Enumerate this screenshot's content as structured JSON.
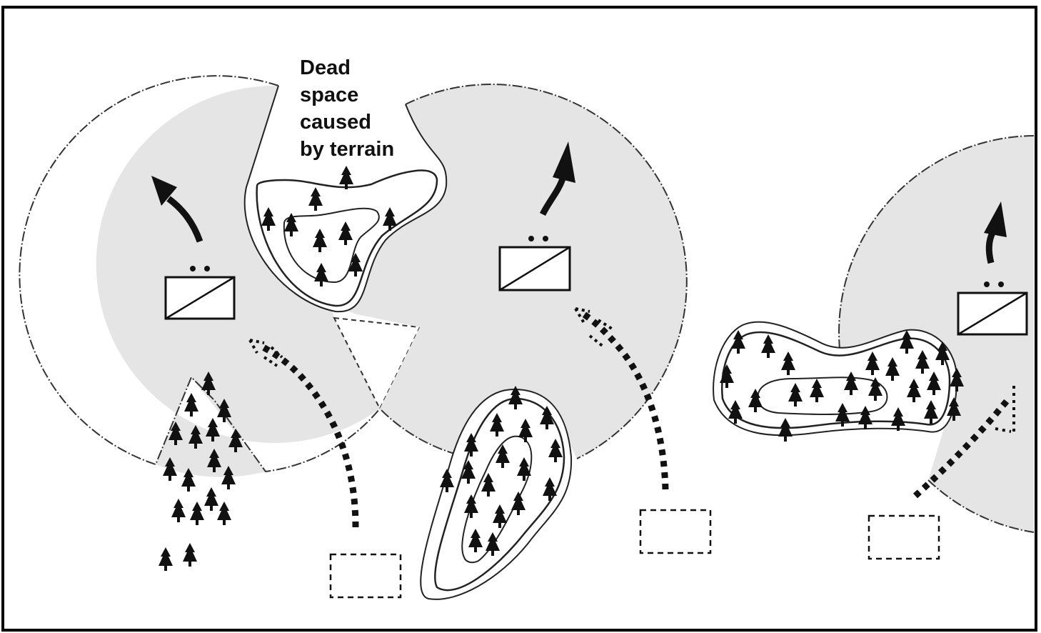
{
  "annotation": {
    "lines": [
      "Dead",
      "space",
      "caused",
      "by terrain"
    ]
  },
  "colors": {
    "sector_fill": "#e5e5e5",
    "ink": "#111111",
    "frame": "#000000",
    "background": "#ffffff"
  },
  "icons": {
    "unit_symbol": "platoon-symbol-icon",
    "tree": "tree-icon",
    "advance_arrow": "advance-arrow-icon",
    "route_arrow": "dotted-route-arrow-icon",
    "position": "dashed-position-box-icon"
  }
}
